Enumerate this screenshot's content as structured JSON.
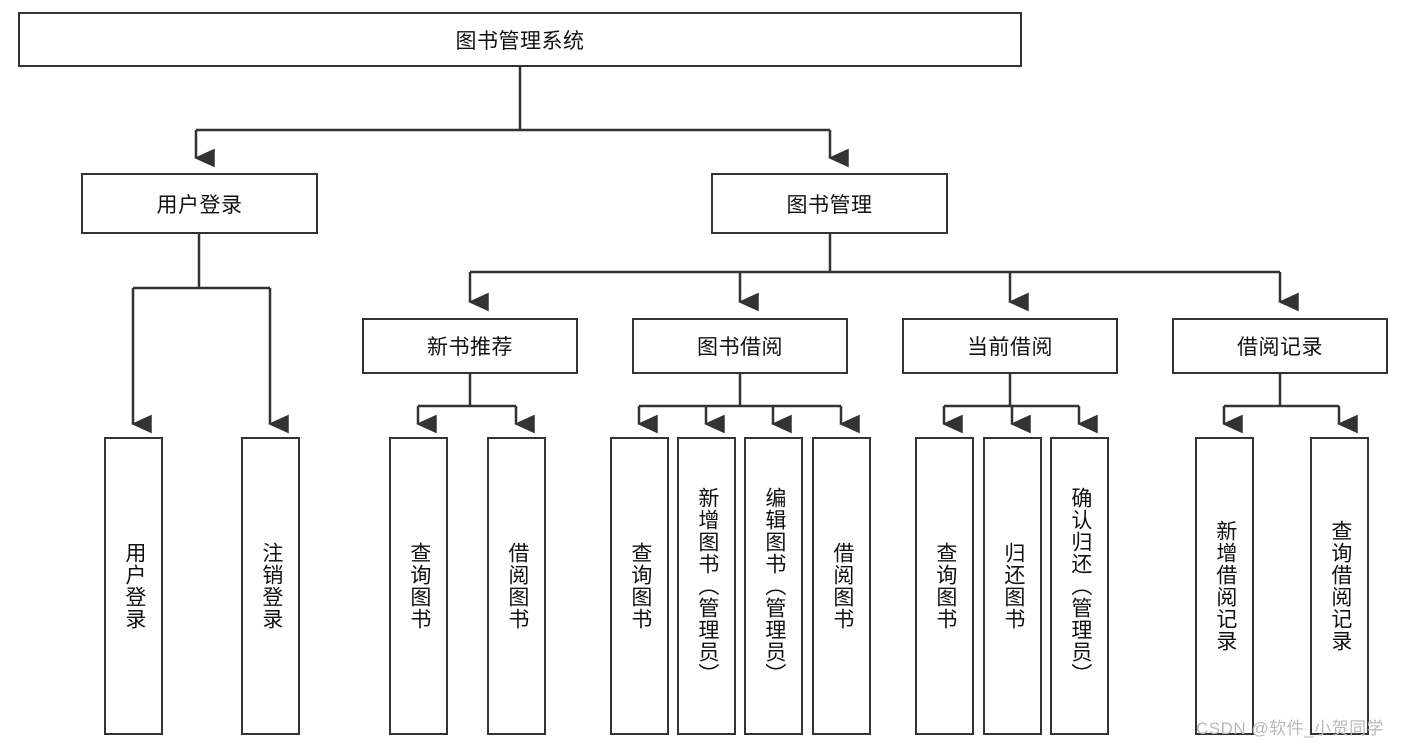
{
  "diagram": {
    "title_node": {
      "label": "图书管理系统"
    },
    "level2": [
      {
        "label": "用户登录"
      },
      {
        "label": "图书管理"
      }
    ],
    "level3": [
      {
        "label": "新书推荐"
      },
      {
        "label": "图书借阅"
      },
      {
        "label": "当前借阅"
      },
      {
        "label": "借阅记录"
      }
    ],
    "leaves": {
      "user_login": [
        {
          "label": "用户登录"
        },
        {
          "label": "注销登录"
        }
      ],
      "new_book": [
        {
          "label": "查询图书"
        },
        {
          "label": "借阅图书"
        }
      ],
      "book_borrow": [
        {
          "label": "查询图书"
        },
        {
          "label": "新增图书（管理员）"
        },
        {
          "label": "编辑图书（管理员）"
        },
        {
          "label": "借阅图书"
        }
      ],
      "current_borrow": [
        {
          "label": "查询图书"
        },
        {
          "label": "归还图书"
        },
        {
          "label": "确认归还（管理员）"
        }
      ],
      "borrow_record": [
        {
          "label": "新增借阅记录"
        },
        {
          "label": "查询借阅记录"
        }
      ]
    }
  },
  "watermark": {
    "text": "CSDN @软件_小贺同学"
  },
  "colors": {
    "border": "#333333",
    "background": "#ffffff",
    "text": "#111111",
    "watermark": "#b9b9b9"
  }
}
